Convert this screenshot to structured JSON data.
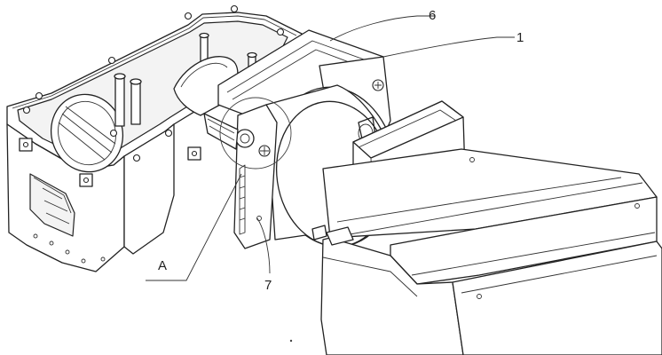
{
  "figure": {
    "callouts": [
      {
        "id": "label-6",
        "text": "6"
      },
      {
        "id": "label-1",
        "text": "1"
      },
      {
        "id": "label-A",
        "text": "A"
      },
      {
        "id": "label-7",
        "text": "7"
      }
    ],
    "stroke_color": "#222222",
    "background_color": "#ffffff"
  }
}
